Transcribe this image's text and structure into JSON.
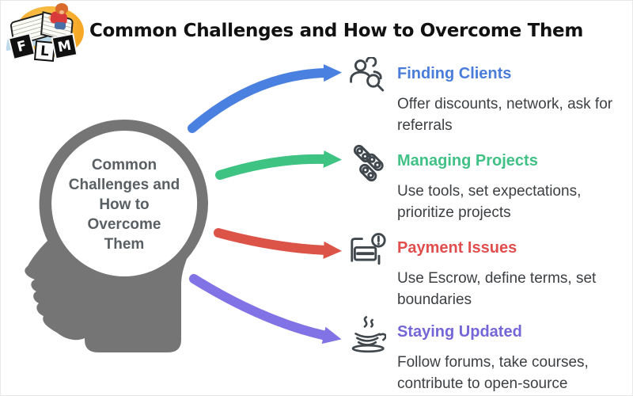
{
  "title": "Common Challenges and How to Overcome Them",
  "logo": {
    "letters": [
      "F",
      "L",
      "M"
    ],
    "description": "child-reading-book-logo"
  },
  "head": {
    "lines": [
      "Common",
      "Challenges and",
      "How to",
      "Overcome",
      "Them"
    ],
    "full_text": "Common Challenges and How to Overcome Them"
  },
  "items": [
    {
      "label": "Finding Clients",
      "description": "Offer discounts, network, ask for referrals",
      "color": "#4a7cd9",
      "arrow_color": "#4a80e0",
      "icon": "clients-search-icon"
    },
    {
      "label": "Managing Projects",
      "description": "Use tools, set expectations, prioritize projects",
      "color": "#41c186",
      "arrow_color": "#3ec383",
      "icon": "project-links-icon"
    },
    {
      "label": "Payment Issues",
      "description": "Use Escrow, define terms, set boundaries",
      "color": "#e04e4e",
      "arrow_color": "#dc5348",
      "icon": "billing-alert-icon"
    },
    {
      "label": "Staying Updated",
      "description": "Follow forums, take courses, contribute to open-source",
      "color": "#7566d8",
      "arrow_color": "#8172e6",
      "icon": "java-cup-icon"
    }
  ],
  "colors": {
    "background": "#ffffff",
    "head_silhouette": "#757575",
    "head_text": "#595f63",
    "title_text": "#111111",
    "body_text": "#3d4043",
    "icon_stroke": "#40474d"
  }
}
